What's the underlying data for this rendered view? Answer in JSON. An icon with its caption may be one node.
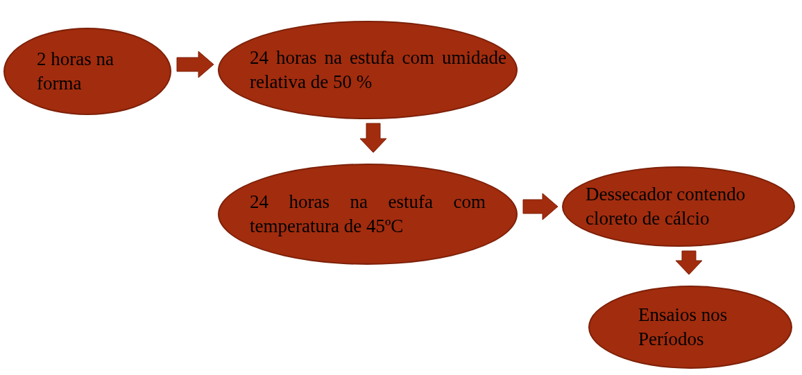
{
  "diagram": {
    "nodes": [
      {
        "text": [
          "2 horas na forma"
        ]
      },
      {
        "text": [
          "24 horas na estufa com umidade relativa de 50 %"
        ]
      },
      {
        "text": [
          "24 horas na estufa com temperatura de 45ºC"
        ]
      },
      {
        "text": [
          "Dessecador contendo cloreto de cálcio"
        ]
      },
      {
        "text": [
          "Ensaios nos Períodos"
        ]
      }
    ],
    "edges": [
      {
        "from": 0,
        "to": 1,
        "arrow": "to"
      },
      {
        "from": 1,
        "to": 2,
        "arrow": "to"
      },
      {
        "from": 2,
        "to": 3,
        "arrow": "to"
      },
      {
        "from": 3,
        "to": 4,
        "arrow": "to"
      }
    ]
  }
}
